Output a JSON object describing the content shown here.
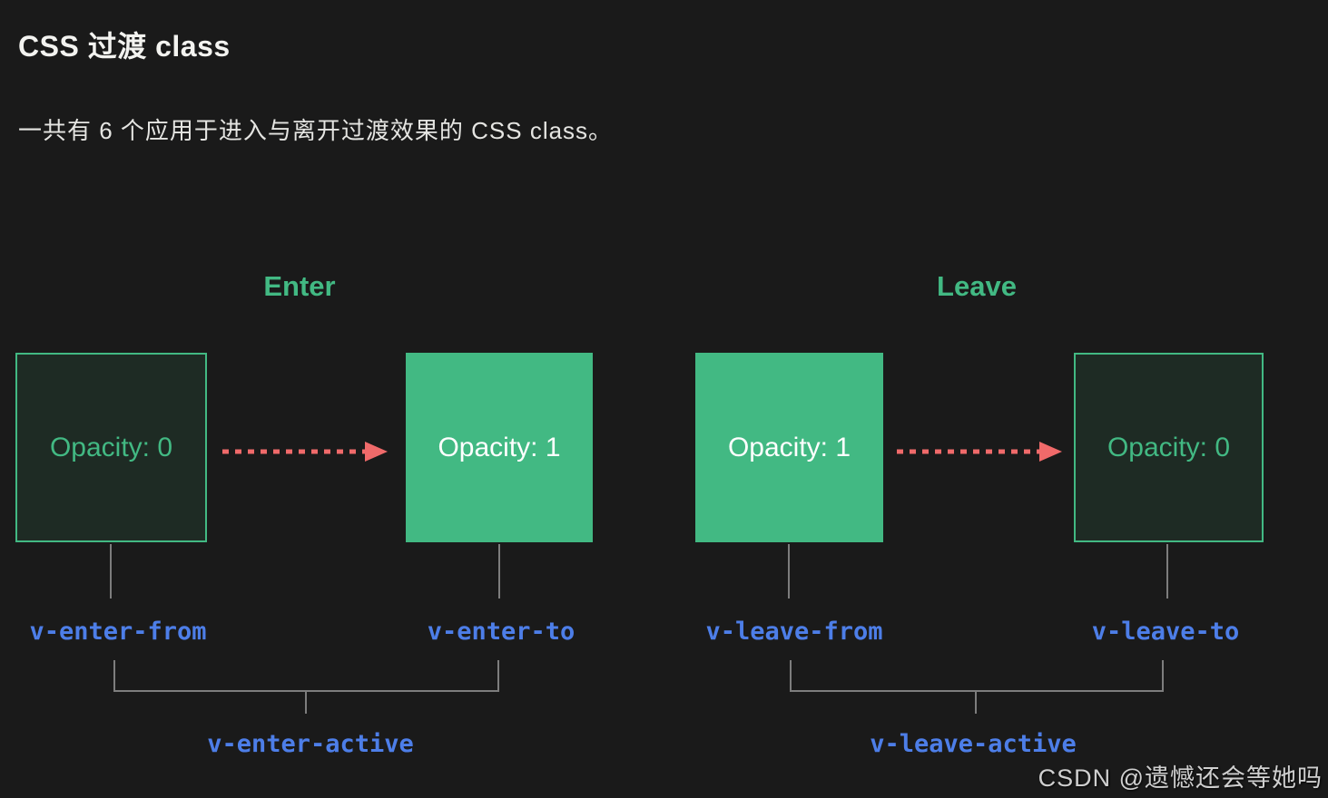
{
  "header": {
    "title": "CSS 过渡 class",
    "intro": "一共有 6 个应用于进入与离开过渡效果的 CSS class。"
  },
  "diagram": {
    "enter": {
      "heading": "Enter",
      "from_box": "Opacity: 0",
      "to_box": "Opacity: 1",
      "from_label": "v-enter-from",
      "to_label": "v-enter-to",
      "active_label": "v-enter-active"
    },
    "leave": {
      "heading": "Leave",
      "from_box": "Opacity: 1",
      "to_box": "Opacity: 0",
      "from_label": "v-leave-from",
      "to_label": "v-leave-to",
      "active_label": "v-leave-active"
    }
  },
  "watermark": {
    "text": "CSDN @遗憾还会等她吗"
  },
  "colors": {
    "background": "#1a1a1a",
    "green": "#42b983",
    "dark_box_fill": "#1e2b24",
    "arrow_red": "#f06a6a",
    "label_blue": "#4d7ee8",
    "line_gray": "#7d7d7d"
  }
}
